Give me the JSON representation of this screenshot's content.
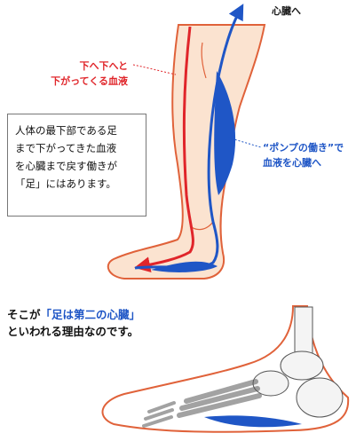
{
  "labels": {
    "heart": "心臓へ",
    "red_line1": "下へ下へと",
    "red_line2": "下がってくる血液",
    "blue_line1": "“ポンプの働き”で",
    "blue_line2": "血液を心臓へ"
  },
  "note": {
    "line1": "人体の最下部である足",
    "line2": "まで下がってきた血液",
    "line3": "を心臓まで戻す働きが",
    "line4": "「足」にはあります。"
  },
  "caption": {
    "prefix": "そこが",
    "highlight": "「足は第二の心臓」",
    "line2": "といわれる理由なのです。"
  },
  "colors": {
    "skin": "#fbe3d0",
    "outline": "#e0623a",
    "red": "#e0252a",
    "blue": "#1f56c6",
    "bone": "#f4f4f4"
  }
}
